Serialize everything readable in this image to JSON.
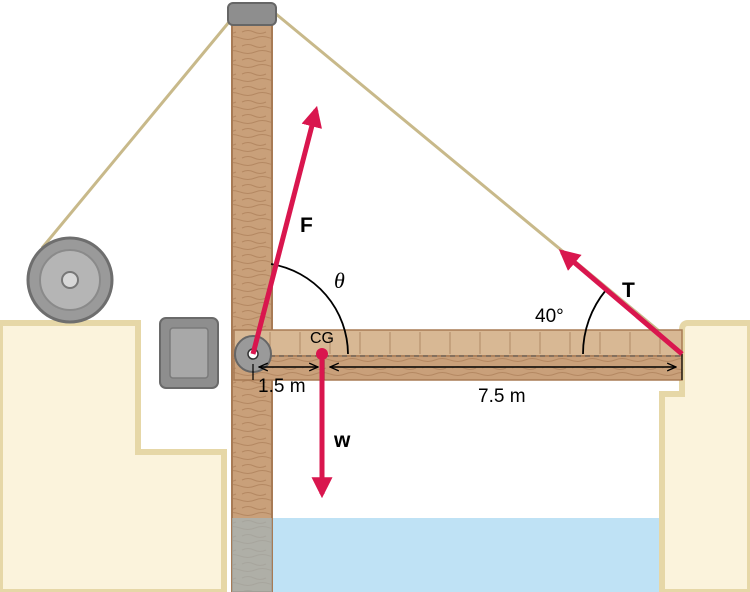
{
  "labels": {
    "force_pin": "F",
    "angle_theta": "θ",
    "tension": "T",
    "angle_cable": "40°",
    "center_of_gravity": "CG",
    "weight": "w",
    "dist_cg": "1.5 m",
    "dist_cable": "7.5 m"
  },
  "colors": {
    "arrow": "#d9164e",
    "wood": "#c9a07a",
    "wood_dark": "#a87b55",
    "ground": "#fbf3dc",
    "ground_edge": "#e6d7a7",
    "water": "#bfe2f5",
    "rope": "#c8b98a",
    "metal": "#9a9a9a"
  }
}
